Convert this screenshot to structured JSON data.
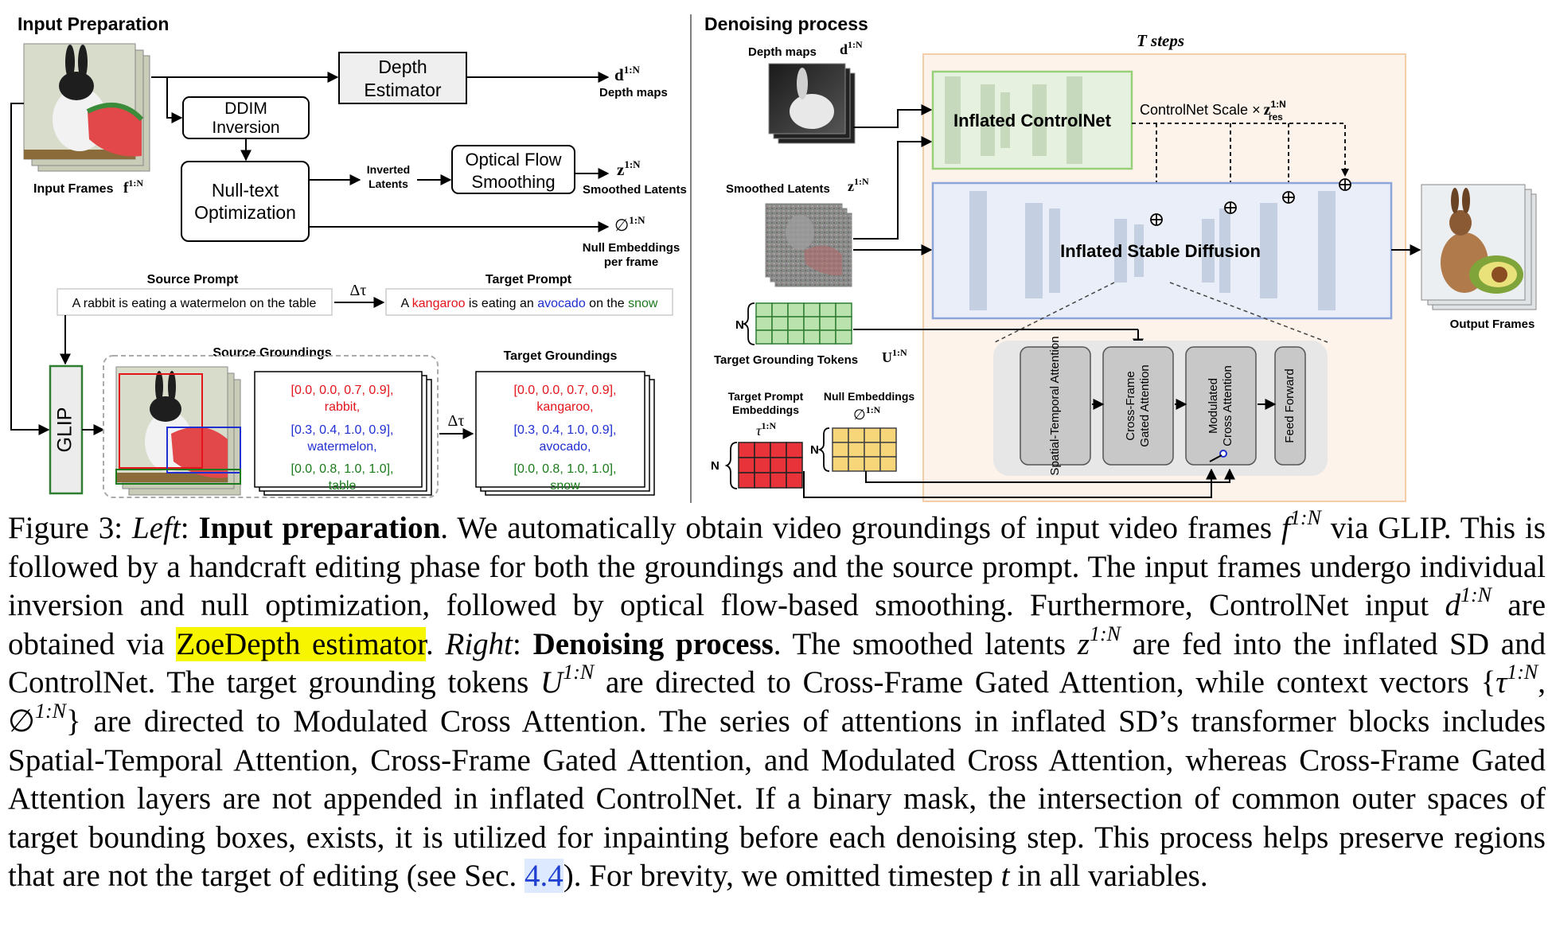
{
  "left_panel": {
    "title": "Input Preparation",
    "input_frames": {
      "label": "Input Frames",
      "sym": "f",
      "sup": "1:N"
    },
    "depth_estimator": {
      "line1": "Depth",
      "line2": "Estimator"
    },
    "depth_output": {
      "sym": "d",
      "sup": "1:N",
      "label": "Depth maps"
    },
    "ddim": {
      "line1": "DDIM",
      "line2": "Inversion"
    },
    "nulltext": {
      "line1": "Null-text",
      "line2": "Optimization"
    },
    "inverted_latents": {
      "line1": "Inverted",
      "line2": "Latents"
    },
    "optical_flow": {
      "line1": "Optical Flow",
      "line2": "Smoothing"
    },
    "smoothed_output": {
      "sym": "z",
      "sup": "1:N",
      "label": "Smoothed Latents"
    },
    "null_output": {
      "sym": "∅",
      "sup": "1:N",
      "line1": "Null Embeddings",
      "line2": "per frame"
    },
    "source_prompt_label": "Source Prompt",
    "source_prompt": "A rabbit is eating a watermelon on the table",
    "delta_tau": "Δτ",
    "target_prompt_label": "Target Prompt",
    "target_prompt": {
      "p1": "A ",
      "w1": "kangaroo",
      "p2": " is eating an ",
      "w2": "avocado",
      "p3": " on the ",
      "w3": "snow"
    },
    "glip": "GLIP",
    "source_groundings_label": "Source Groundings",
    "target_groundings_label": "Target Groundings",
    "source_groundings": [
      {
        "box": "[0.0, 0.0, 0.7, 0.9],",
        "name": "rabbit,"
      },
      {
        "box": "[0.3, 0.4, 1.0, 0.9],",
        "name": "watermelon,"
      },
      {
        "box": "[0.0, 0.8, 1.0, 1.0],",
        "name": "table"
      }
    ],
    "target_groundings": [
      {
        "box": "[0.0, 0.0, 0.7, 0.9],",
        "name": "kangaroo,"
      },
      {
        "box": "[0.3, 0.4, 1.0, 0.9],",
        "name": "avocado,"
      },
      {
        "box": "[0.0, 0.8, 1.0, 1.0],",
        "name": "snow"
      }
    ]
  },
  "right_panel": {
    "title": "Denoising process",
    "t_steps": "T steps",
    "depth_maps": {
      "label": "Depth maps",
      "sym": "d",
      "sup": "1:N"
    },
    "smoothed_latents": {
      "label": "Smoothed Latents",
      "sym": "z",
      "sup": "1:N"
    },
    "controlnet": "Inflated ControlNet",
    "controlnet_scale": {
      "text": "ControlNet Scale ×",
      "sym": "z",
      "sup": "1:N",
      "sub": "res"
    },
    "stable_diffusion": "Inflated Stable Diffusion",
    "n_label": "N",
    "grounding_tokens": {
      "label": "Target Grounding Tokens",
      "sym": "U",
      "sup": "1:N"
    },
    "target_prompt_embeddings": {
      "line1": "Target Prompt",
      "line2": "Embeddings",
      "sym": "τ",
      "sup": "1:N"
    },
    "null_embeddings": {
      "label": "Null Embeddings",
      "sym": "∅",
      "sup": "1:N"
    },
    "blocks": [
      "Spatial-Temporal Attention",
      "Cross-Frame Gated Attention",
      "Modulated Cross Attention",
      "Feed Forward"
    ],
    "output_frames": "Output Frames"
  },
  "caption": {
    "fig": "Figure 3:",
    "left": "Left",
    "input_prep": "Input preparation",
    "s1": ". We automatically obtain video groundings of input video frames",
    "f": "f",
    "s2": "via GLIP. This is followed by a handcraft editing phase for both the groundings and the source prompt. The input frames undergo individual inversion and null optimization, followed by optical flow-based smoothing. Furthermore, ControlNet input",
    "d": "d",
    "s3": "are obtained via",
    "zoedepth": "ZoeDepth estimator",
    "s4": ".",
    "right": "Right",
    "denoise": "Denoising process",
    "s5": ". The smoothed latents",
    "z": "z",
    "s6": "are fed into the inflated SD and ControlNet. The target grounding tokens",
    "U": "U",
    "s7": "are directed to Cross-Frame Gated Attention, while context vectors {",
    "tau": "τ",
    "comma": ",",
    "null": "∅",
    "s8": "} are directed to Modulated Cross Attention. The series of attentions in inflated SD’s transformer blocks includes Spatial-Temporal Attention, Cross-Frame Gated Attention, and Modulated Cross Attention, whereas Cross-Frame Gated Attention layers are not appended in inflated ControlNet. If a binary mask, the intersection of common outer spaces of target bounding boxes, exists, it is utilized for inpainting before each denoising step. This process helps preserve regions that are not the target of editing (see Sec.",
    "secref": "4.4",
    "s9": "). For brevity, we omitted timestep",
    "t": "t",
    "s10": "in all variables.",
    "sup": "1:N"
  },
  "colors": {
    "red": "#e3141b",
    "blue": "#1f2fd0",
    "green": "#1b7a1b",
    "controlnet_fill": "#e6f2df",
    "controlnet_stroke": "#98d07a",
    "sd_fill": "#e9eef8",
    "sd_stroke": "#8ea5dc",
    "orange_bg": "#fdf3ea",
    "orange_stroke": "#f2cda8",
    "grid_green": "#b9e2ad",
    "grid_red": "#e8333b",
    "grid_yellow": "#f7d67a",
    "highlight": "#f7f500"
  }
}
